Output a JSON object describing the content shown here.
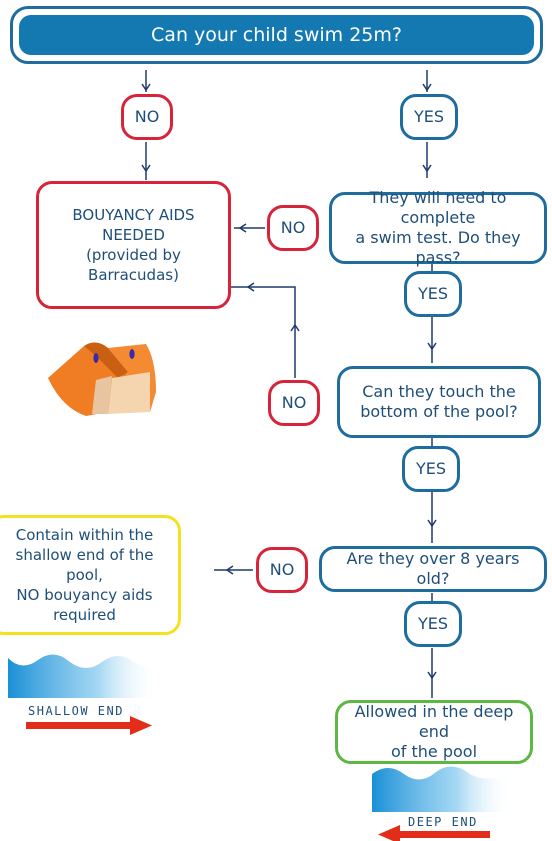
{
  "title": "Can your child swim 25m?",
  "nodes": {
    "no_top": "NO",
    "yes_top": "YES",
    "bouyancy": [
      "BOUYANCY AIDS",
      "NEEDED",
      "(provided by",
      "Barracudas)"
    ],
    "no_swimtest": "NO",
    "swim_test": [
      "They will need to complete",
      "a swim test. Do they pass?"
    ],
    "yes_swimtest": "YES",
    "no_touch": "NO",
    "touch_bottom": [
      "Can they touch the",
      "bottom of the pool?"
    ],
    "yes_touch": "YES",
    "shallow_contain": [
      "Contain within the",
      "shallow end of the pool,",
      "NO bouyancy aids",
      "required"
    ],
    "no_age": "NO",
    "over_8": "Are they over 8 years old?",
    "yes_age": "YES",
    "deep_end_allowed": [
      "Allowed in the deep end",
      "of the pool"
    ]
  },
  "labels": {
    "shallow_end": "SHALLOW END",
    "deep_end": "DEEP END"
  },
  "colors": {
    "title_fill": "#1479b0",
    "blue_border": "#1f6c9e",
    "red_border": "#d6243a",
    "yellow_border": "#f4e11f",
    "green_border": "#5cb743",
    "arrow": "#1f3a6e",
    "pool_arrow": "#e22d1a",
    "water": "#1a8fd6",
    "armband": "#f07d23"
  }
}
